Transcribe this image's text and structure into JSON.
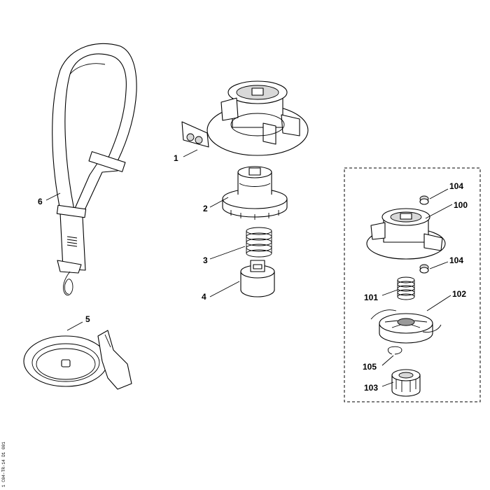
{
  "diagram": {
    "labels": [
      {
        "id": "l1",
        "text": "1"
      },
      {
        "id": "l2",
        "text": "2"
      },
      {
        "id": "l3",
        "text": "3"
      },
      {
        "id": "l4",
        "text": "4"
      },
      {
        "id": "l5",
        "text": "5"
      },
      {
        "id": "l6",
        "text": "6"
      },
      {
        "id": "l100",
        "text": "100"
      },
      {
        "id": "l101",
        "text": "101"
      },
      {
        "id": "l102",
        "text": "102"
      },
      {
        "id": "l103",
        "text": "103"
      },
      {
        "id": "l104a",
        "text": "104"
      },
      {
        "id": "l104b",
        "text": "104"
      },
      {
        "id": "l105",
        "text": "105"
      }
    ],
    "drawing_code": "1 C04-TR-14 D1 001"
  }
}
